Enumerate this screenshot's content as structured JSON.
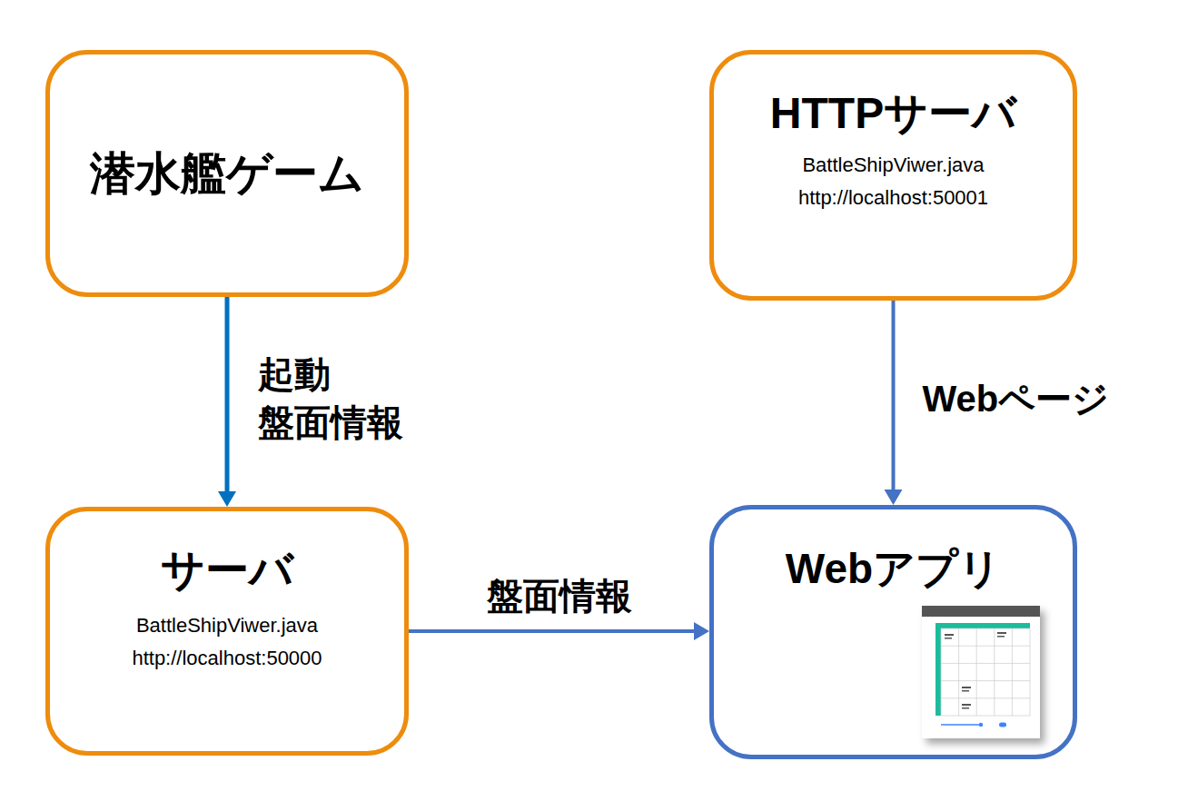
{
  "diagram": {
    "nodes": [
      {
        "text": [
          "潜水艦ゲーム"
        ]
      },
      {
        "text": [
          "HTTPサーバ",
          "BattleShipViwer.java",
          "http://localhost:50001"
        ]
      },
      {
        "text": [
          "サーバ",
          "BattleShipViwer.java",
          "http://localhost:50000"
        ]
      },
      {
        "text": [
          "Webアプリ"
        ]
      }
    ],
    "edges": [
      {
        "from": 0,
        "to": 2,
        "arrow": "to",
        "label": "起動 盤面情報"
      },
      {
        "from": 1,
        "to": 3,
        "arrow": "to",
        "label": "Webページ"
      },
      {
        "from": 2,
        "to": 3,
        "arrow": "to",
        "label": "盤面情報"
      }
    ]
  }
}
